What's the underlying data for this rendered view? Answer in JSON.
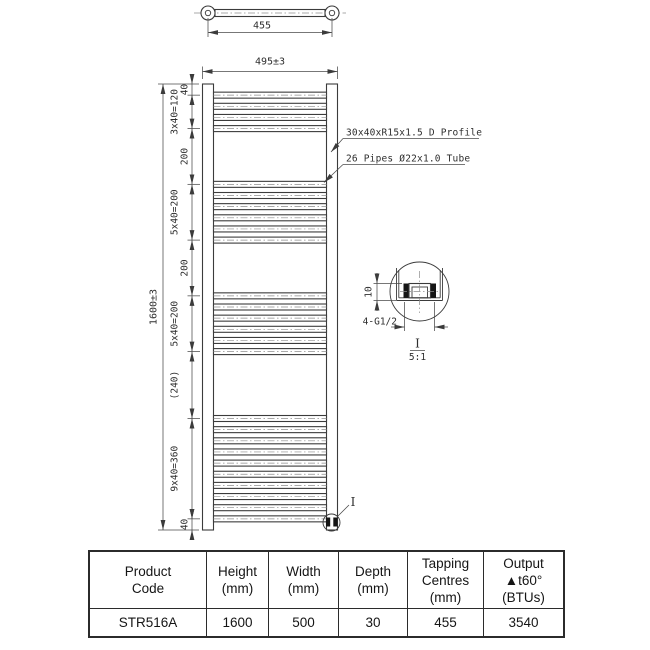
{
  "colors": {
    "line": "#3b3b3b",
    "text": "#2e2e2e",
    "background": "#ffffff"
  },
  "drawing": {
    "top_view": {
      "tapping_dim": "455"
    },
    "front_view": {
      "width_dim": "495±3",
      "height_dim": "1600±3",
      "chain_dims": [
        "40",
        "3x40=120",
        "200",
        "5x40=200",
        "200",
        "5x40=200",
        "(240)",
        "9x40=360",
        "40"
      ],
      "pipe_groups": [
        4,
        6,
        6,
        10
      ],
      "profile_note": "30x40xR15x1.5 D Profile",
      "pipes_note": "26 Pipes Ø22x1.0 Tube",
      "detail_ref": "I"
    },
    "detail_view": {
      "label": "I",
      "scale": "5:1",
      "height_dim": "10",
      "thread_note": "4-G1/2"
    }
  },
  "table": {
    "headers": [
      "Product\nCode",
      "Height\n(mm)",
      "Width\n(mm)",
      "Depth\n(mm)",
      "Tapping\nCentres\n(mm)",
      "Output\n▲t60° (BTUs)"
    ],
    "rows": [
      [
        "STR516A",
        "1600",
        "500",
        "30",
        "455",
        "3540"
      ]
    ]
  }
}
